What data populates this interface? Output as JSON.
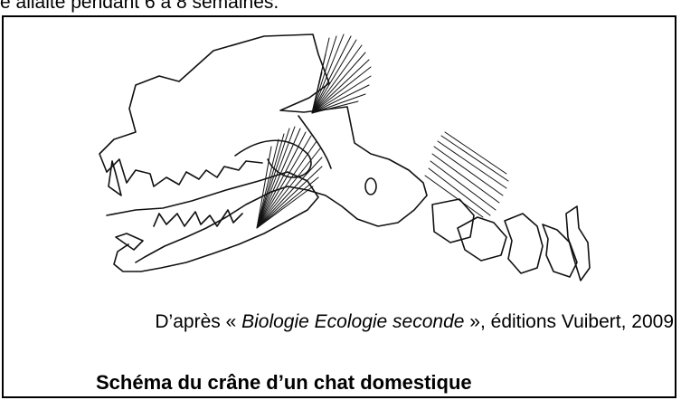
{
  "top_text": "e allaité pendant 6 à 8 semaines.",
  "credit": {
    "prefix": "D’après « ",
    "title": "Biologie Ecologie seconde",
    "suffix": " », éditions Vuibert, 2009"
  },
  "caption": "Schéma du crâne d’un chat domestique"
}
